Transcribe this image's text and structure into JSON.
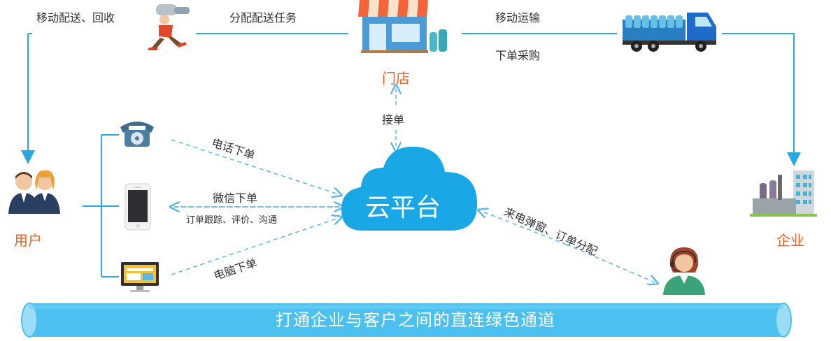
{
  "top": {
    "left_label": "移动配送、回收",
    "dispatch_label": "分配配送任务",
    "transport_label": "移动运输",
    "order_purchase_label": "下单采购"
  },
  "nodes": {
    "store": "门店",
    "user": "用户",
    "enterprise": "企业",
    "cloud": "云平台"
  },
  "edges": {
    "accept": "接单",
    "phone_order": "电话下单",
    "wechat_order": "微信下单",
    "wechat_sub": "订单跟踪、评价、沟通",
    "pc_order": "电脑下单",
    "callcenter": "来电弹窗、订单分配"
  },
  "banner": "打通企业与客户之间的直连绿色通道",
  "colors": {
    "line": "#29a8e0",
    "dashed": "#5ab7e6",
    "cloud": "#1aa7e5",
    "accent": "#f0621e",
    "pipe": "#4cc0ee"
  }
}
